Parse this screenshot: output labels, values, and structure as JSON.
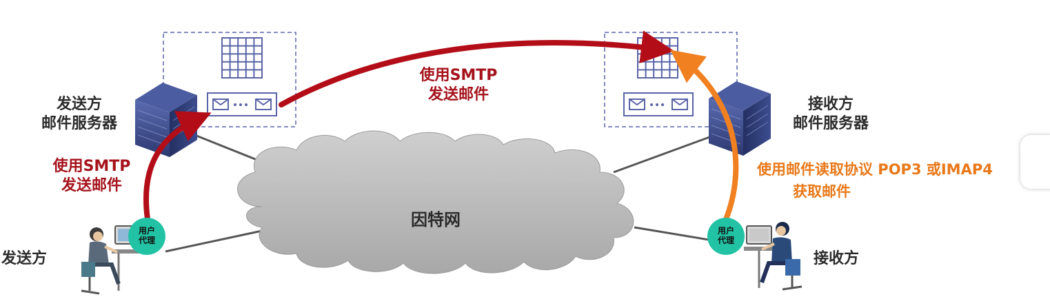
{
  "labels": {
    "sender_server": [
      "发送方",
      "邮件服务器"
    ],
    "receiver_server": [
      "接收方",
      "邮件服务器"
    ],
    "sender": "发送方",
    "receiver": "接收方",
    "internet": "因特网",
    "smtp_top": [
      "使用SMTP",
      "发送邮件"
    ],
    "smtp_left": [
      "使用SMTP",
      "发送邮件"
    ],
    "pop_line1": "使用邮件读取协议 POP3 或IMAP4",
    "pop_line2": "获取邮件",
    "user_agent": [
      "用户",
      "代理"
    ]
  },
  "colors": {
    "smtp_arrow": "#b30d18",
    "pop_arrow": "#f08020",
    "server": "#3a4a8c",
    "cloud": "#b9b9b9",
    "agent_badge": "#22c3a4",
    "dashed_box": "#5a63a8"
  },
  "icons": [
    "server-icon",
    "mailbox-grid-icon",
    "envelope-icon",
    "person-at-computer-icon",
    "cloud-icon"
  ]
}
